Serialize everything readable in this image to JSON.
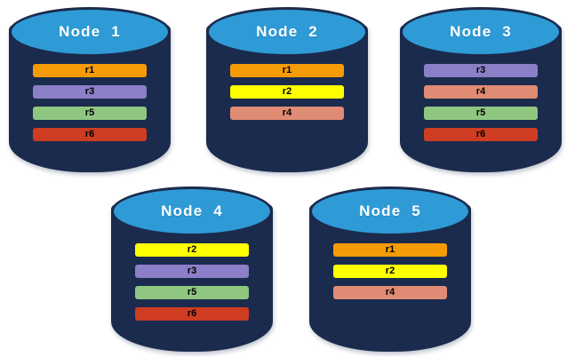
{
  "diagram": {
    "type": "database-replication-placement",
    "background_color": "#ffffff",
    "node_body_color": "#1B2B4D",
    "node_top_color": "#2E9BD6",
    "node_title_color": "#ffffff",
    "record_label_color": "#000000"
  },
  "record_colors": {
    "r1": "#F59B08",
    "r2": "#FFFF00",
    "r3": "#8B7FC7",
    "r4": "#E08B74",
    "r5": "#8FC781",
    "r6": "#CE3D22"
  },
  "nodes": [
    {
      "id": "node-1",
      "title": "Node  1",
      "records": [
        {
          "label": "r1",
          "color": "#F59B08"
        },
        {
          "label": "r3",
          "color": "#8B7FC7"
        },
        {
          "label": "r5",
          "color": "#8FC781"
        },
        {
          "label": "r6",
          "color": "#CE3D22"
        }
      ]
    },
    {
      "id": "node-2",
      "title": "Node  2",
      "records": [
        {
          "label": "r1",
          "color": "#F59B08"
        },
        {
          "label": "r2",
          "color": "#FFFF00"
        },
        {
          "label": "r4",
          "color": "#E08B74"
        }
      ]
    },
    {
      "id": "node-3",
      "title": "Node  3",
      "records": [
        {
          "label": "r3",
          "color": "#8B7FC7"
        },
        {
          "label": "r4",
          "color": "#E08B74"
        },
        {
          "label": "r5",
          "color": "#8FC781"
        },
        {
          "label": "r6",
          "color": "#CE3D22"
        }
      ]
    },
    {
      "id": "node-4",
      "title": "Node  4",
      "records": [
        {
          "label": "r2",
          "color": "#FFFF00"
        },
        {
          "label": "r3",
          "color": "#8B7FC7"
        },
        {
          "label": "r5",
          "color": "#8FC781"
        },
        {
          "label": "r6",
          "color": "#CE3D22"
        }
      ]
    },
    {
      "id": "node-5",
      "title": "Node  5",
      "records": [
        {
          "label": "r1",
          "color": "#F59B08"
        },
        {
          "label": "r2",
          "color": "#FFFF00"
        },
        {
          "label": "r4",
          "color": "#E08B74"
        }
      ]
    }
  ]
}
